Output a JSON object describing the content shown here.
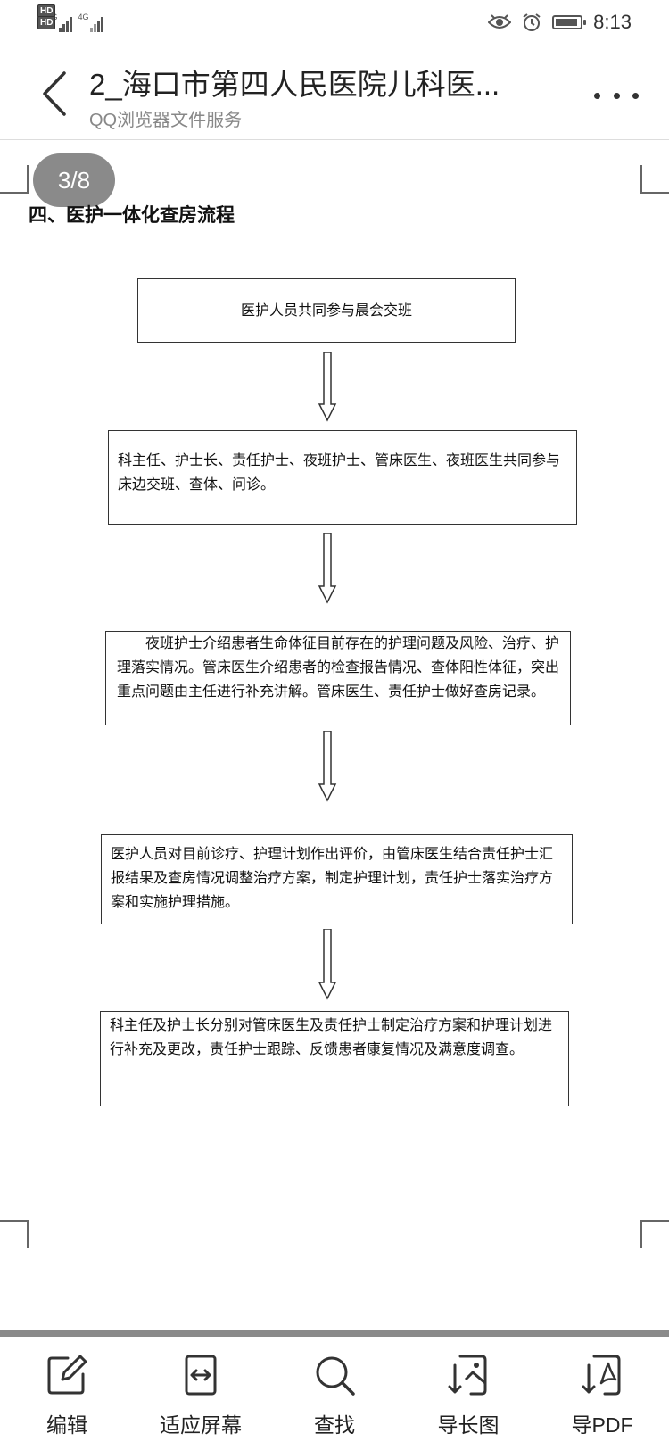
{
  "status_bar": {
    "hd1": "HD",
    "hd1_sub": "1",
    "hd2": "HD",
    "hd2_sub": "2",
    "net1": "4G",
    "net2": "4G",
    "time": "8:13",
    "icons": [
      "eye-icon",
      "alarm-icon",
      "battery-icon"
    ]
  },
  "header": {
    "title": "2_海口市第四人民医院儿科医...",
    "subtitle": "QQ浏览器文件服务",
    "back_icon": "chevron-left-icon",
    "more_icon": "more-dots-icon"
  },
  "document": {
    "page_indicator": "3/8",
    "heading": "四、医护一体化查房流程",
    "steps": [
      "医护人员共同参与晨会交班",
      "科主任、护士长、责任护士、夜班护士、管床医生、夜班医生共同参与床边交班、查体、问诊。",
      "夜班护士介绍患者生命体征目前存在的护理问题及风险、治疗、护理落实情况。管床医生介绍患者的检查报告情况、查体阳性体征，突出重点问题由主任进行补充讲解。管床医生、责任护士做好查房记录。",
      "医护人员对目前诊疗、护理计划作出评价，由管床医生结合责任护士汇报结果及查房情况调整治疗方案，制定护理计划，责任护士落实治疗方案和实施护理措施。",
      "科主任及护士长分别对管床医生及责任护士制定治疗方案和护理计划进行补充及更改，责任护士跟踪、反馈患者康复情况及满意度调查。"
    ]
  },
  "toolbar": {
    "items": [
      {
        "label": "编辑",
        "icon": "edit-icon"
      },
      {
        "label": "适应屏幕",
        "icon": "fit-screen-icon"
      },
      {
        "label": "查找",
        "icon": "search-icon"
      },
      {
        "label": "导长图",
        "icon": "export-long-image-icon"
      },
      {
        "label": "导PDF",
        "icon": "export-pdf-icon"
      }
    ]
  },
  "colors": {
    "divider": "#8a8a8a",
    "page_badge": "#8a8a8a",
    "text": "#222222"
  }
}
